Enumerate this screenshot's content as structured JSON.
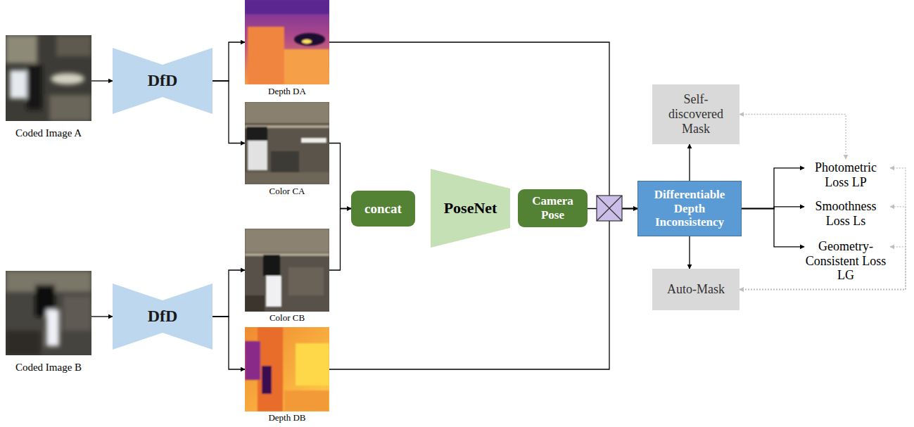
{
  "diagram": {
    "nodes": [
      {
        "text": [
          "Coded Image A"
        ]
      },
      {
        "text": [
          "DfD"
        ]
      },
      {
        "text": [
          "Depth DA"
        ]
      },
      {
        "text": [
          "Color CA"
        ]
      },
      {
        "text": [
          "Coded Image B"
        ]
      },
      {
        "text": [
          "DfD"
        ]
      },
      {
        "text": [
          "Color CB"
        ]
      },
      {
        "text": [
          "Depth DB"
        ]
      },
      {
        "text": [
          "concat"
        ]
      },
      {
        "text": [
          "PoseNet"
        ]
      },
      {
        "text": [
          "Camera Pose"
        ]
      },
      {
        "text": [
          "Self-discovered Mask"
        ]
      },
      {
        "text": [
          "Differentiable Depth Inconsistency"
        ]
      },
      {
        "text": [
          "Auto-Mask"
        ]
      },
      {
        "text": [
          "Photometric Loss LP"
        ]
      },
      {
        "text": [
          "Smoothness Loss Ls"
        ]
      },
      {
        "text": [
          "Geometry-Consistent Loss LG"
        ]
      }
    ],
    "edges": [
      {
        "from": 0,
        "to": 1,
        "arrow": "to"
      },
      {
        "from": 1,
        "to": 2,
        "arrow": "to"
      },
      {
        "from": 1,
        "to": 3,
        "arrow": "to"
      },
      {
        "from": 4,
        "to": 5,
        "arrow": "to"
      },
      {
        "from": 5,
        "to": 6,
        "arrow": "to"
      },
      {
        "from": 5,
        "to": 7,
        "arrow": "to"
      },
      {
        "from": 3,
        "to": 8,
        "arrow": "to"
      },
      {
        "from": 6,
        "to": 8,
        "arrow": "to"
      },
      {
        "from": 2,
        "to": 12,
        "arrow": "to"
      },
      {
        "from": 10,
        "to": 12,
        "arrow": "to"
      },
      {
        "from": 7,
        "to": 12,
        "arrow": "to"
      },
      {
        "from": 12,
        "to": 11,
        "arrow": "to"
      },
      {
        "from": 12,
        "to": 13,
        "arrow": "to"
      },
      {
        "from": 12,
        "to": 14,
        "arrow": "to"
      },
      {
        "from": 12,
        "to": 15,
        "arrow": "to"
      },
      {
        "from": 12,
        "to": 16,
        "arrow": "to"
      },
      {
        "from": 14,
        "to": 11,
        "arrow": "both"
      },
      {
        "from": 13,
        "to": 14,
        "arrow": "both"
      },
      {
        "from": 13,
        "to": 15,
        "arrow": "both"
      },
      {
        "from": 13,
        "to": 16,
        "arrow": "both"
      }
    ]
  }
}
